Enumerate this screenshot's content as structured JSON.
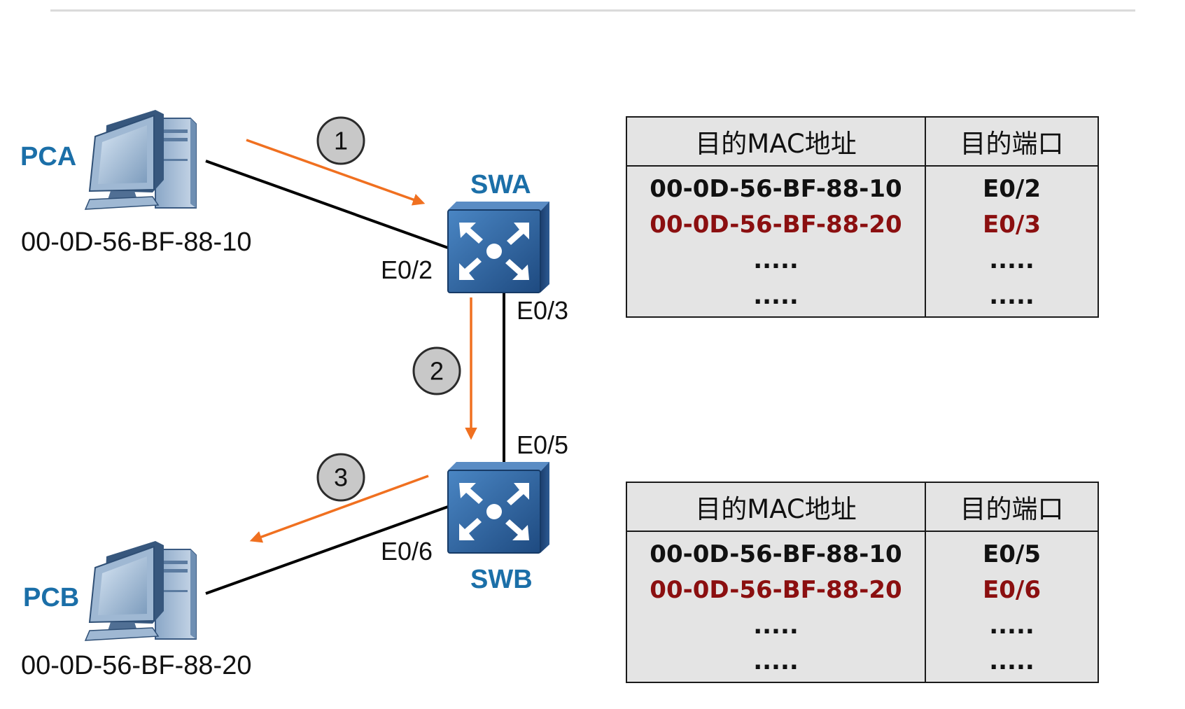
{
  "nodes": {
    "pca": {
      "name": "PCA",
      "mac": "00-0D-56-BF-88-10"
    },
    "pcb": {
      "name": "PCB",
      "mac": "00-0D-56-BF-88-20"
    },
    "swa": {
      "name": "SWA"
    },
    "swb": {
      "name": "SWB"
    }
  },
  "ports": {
    "swa_e02": "E0/2",
    "swa_e03": "E0/3",
    "swb_e05": "E0/5",
    "swb_e06": "E0/6"
  },
  "steps": [
    "1",
    "2",
    "3"
  ],
  "tables": [
    {
      "headers": [
        "目的MAC地址",
        "目的端口"
      ],
      "rows": [
        [
          "00-0D-56-BF-88-10",
          "E0/2"
        ],
        [
          "00-0D-56-BF-88-20",
          "E0/3"
        ],
        [
          ".....",
          "....."
        ],
        [
          ".....",
          "....."
        ]
      ]
    },
    {
      "headers": [
        "目的MAC地址",
        "目的端口"
      ],
      "rows": [
        [
          "00-0D-56-BF-88-10",
          "E0/5"
        ],
        [
          "00-0D-56-BF-88-20",
          "E0/6"
        ],
        [
          ".....",
          "....."
        ],
        [
          ".....",
          "....."
        ]
      ]
    }
  ],
  "colors": {
    "node_label": "#1b6fa8",
    "arrow": "#f07020",
    "highlight_row": "#8b0f10",
    "table_bg": "#e4e4e4",
    "switch_body": "#2a5a90"
  }
}
